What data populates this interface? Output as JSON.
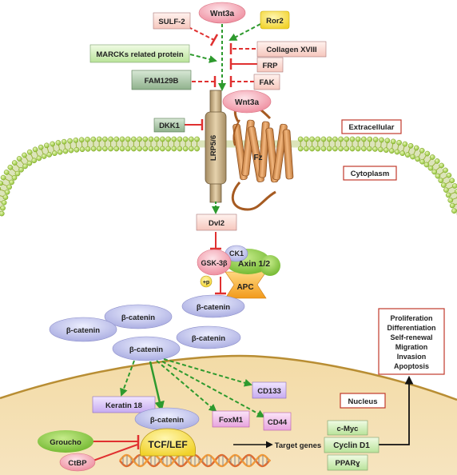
{
  "ligand": {
    "top": "Wnt3a",
    "bound": "Wnt3a"
  },
  "modulators": {
    "sulf2": "SULF-2",
    "ror2": "Ror2",
    "marcks": "MARCKs related protein",
    "collagen": "Collagen XVIII",
    "frp": "FRP",
    "fam129b": "FAM129B",
    "fak": "FAK",
    "dkk1": "DKK1"
  },
  "membrane": {
    "receptor_lrp": "LRP5/6",
    "receptor_fz": "Fz",
    "extracellular_label": "Extracellular",
    "cytoplasm_label": "Cytoplasm"
  },
  "destruction_complex": {
    "dvl": "Dvl2",
    "ck1": "CK1",
    "gsk": "GSK-3β",
    "axin": "Axin 1/2",
    "apc": "APC",
    "phospho": "+p"
  },
  "catenin": {
    "label": "β-catenin"
  },
  "nucleus": {
    "label": "Nucleus",
    "targets": {
      "keratin18": "Keratin 18",
      "cd133": "CD133",
      "foxm1": "FoxM1",
      "cd44": "CD44"
    },
    "complex": {
      "catenin": "β-catenin",
      "tcf": "TCF/LEF"
    },
    "repressors": {
      "groucho": "Groucho",
      "ctbp": "CtBP"
    },
    "target_genes_label": "Target genes",
    "genes": {
      "cmyc": "c-Myc",
      "cyclind1": "Cyclin D1",
      "ppar": "PPARɣ"
    }
  },
  "outcomes": [
    "Proliferation",
    "Differentiation",
    "Self-renewal",
    "Migration",
    "Invasion",
    "Apoptosis"
  ],
  "colors": {
    "activator_green": "#2e9a2e",
    "inhibitor_red": "#e03030",
    "membrane_green": "#8dc63f",
    "nucleus_tan": "#e9c887",
    "catenin_lavender": "#c7c8ee",
    "wnt_pink": "#f2a0ad"
  }
}
